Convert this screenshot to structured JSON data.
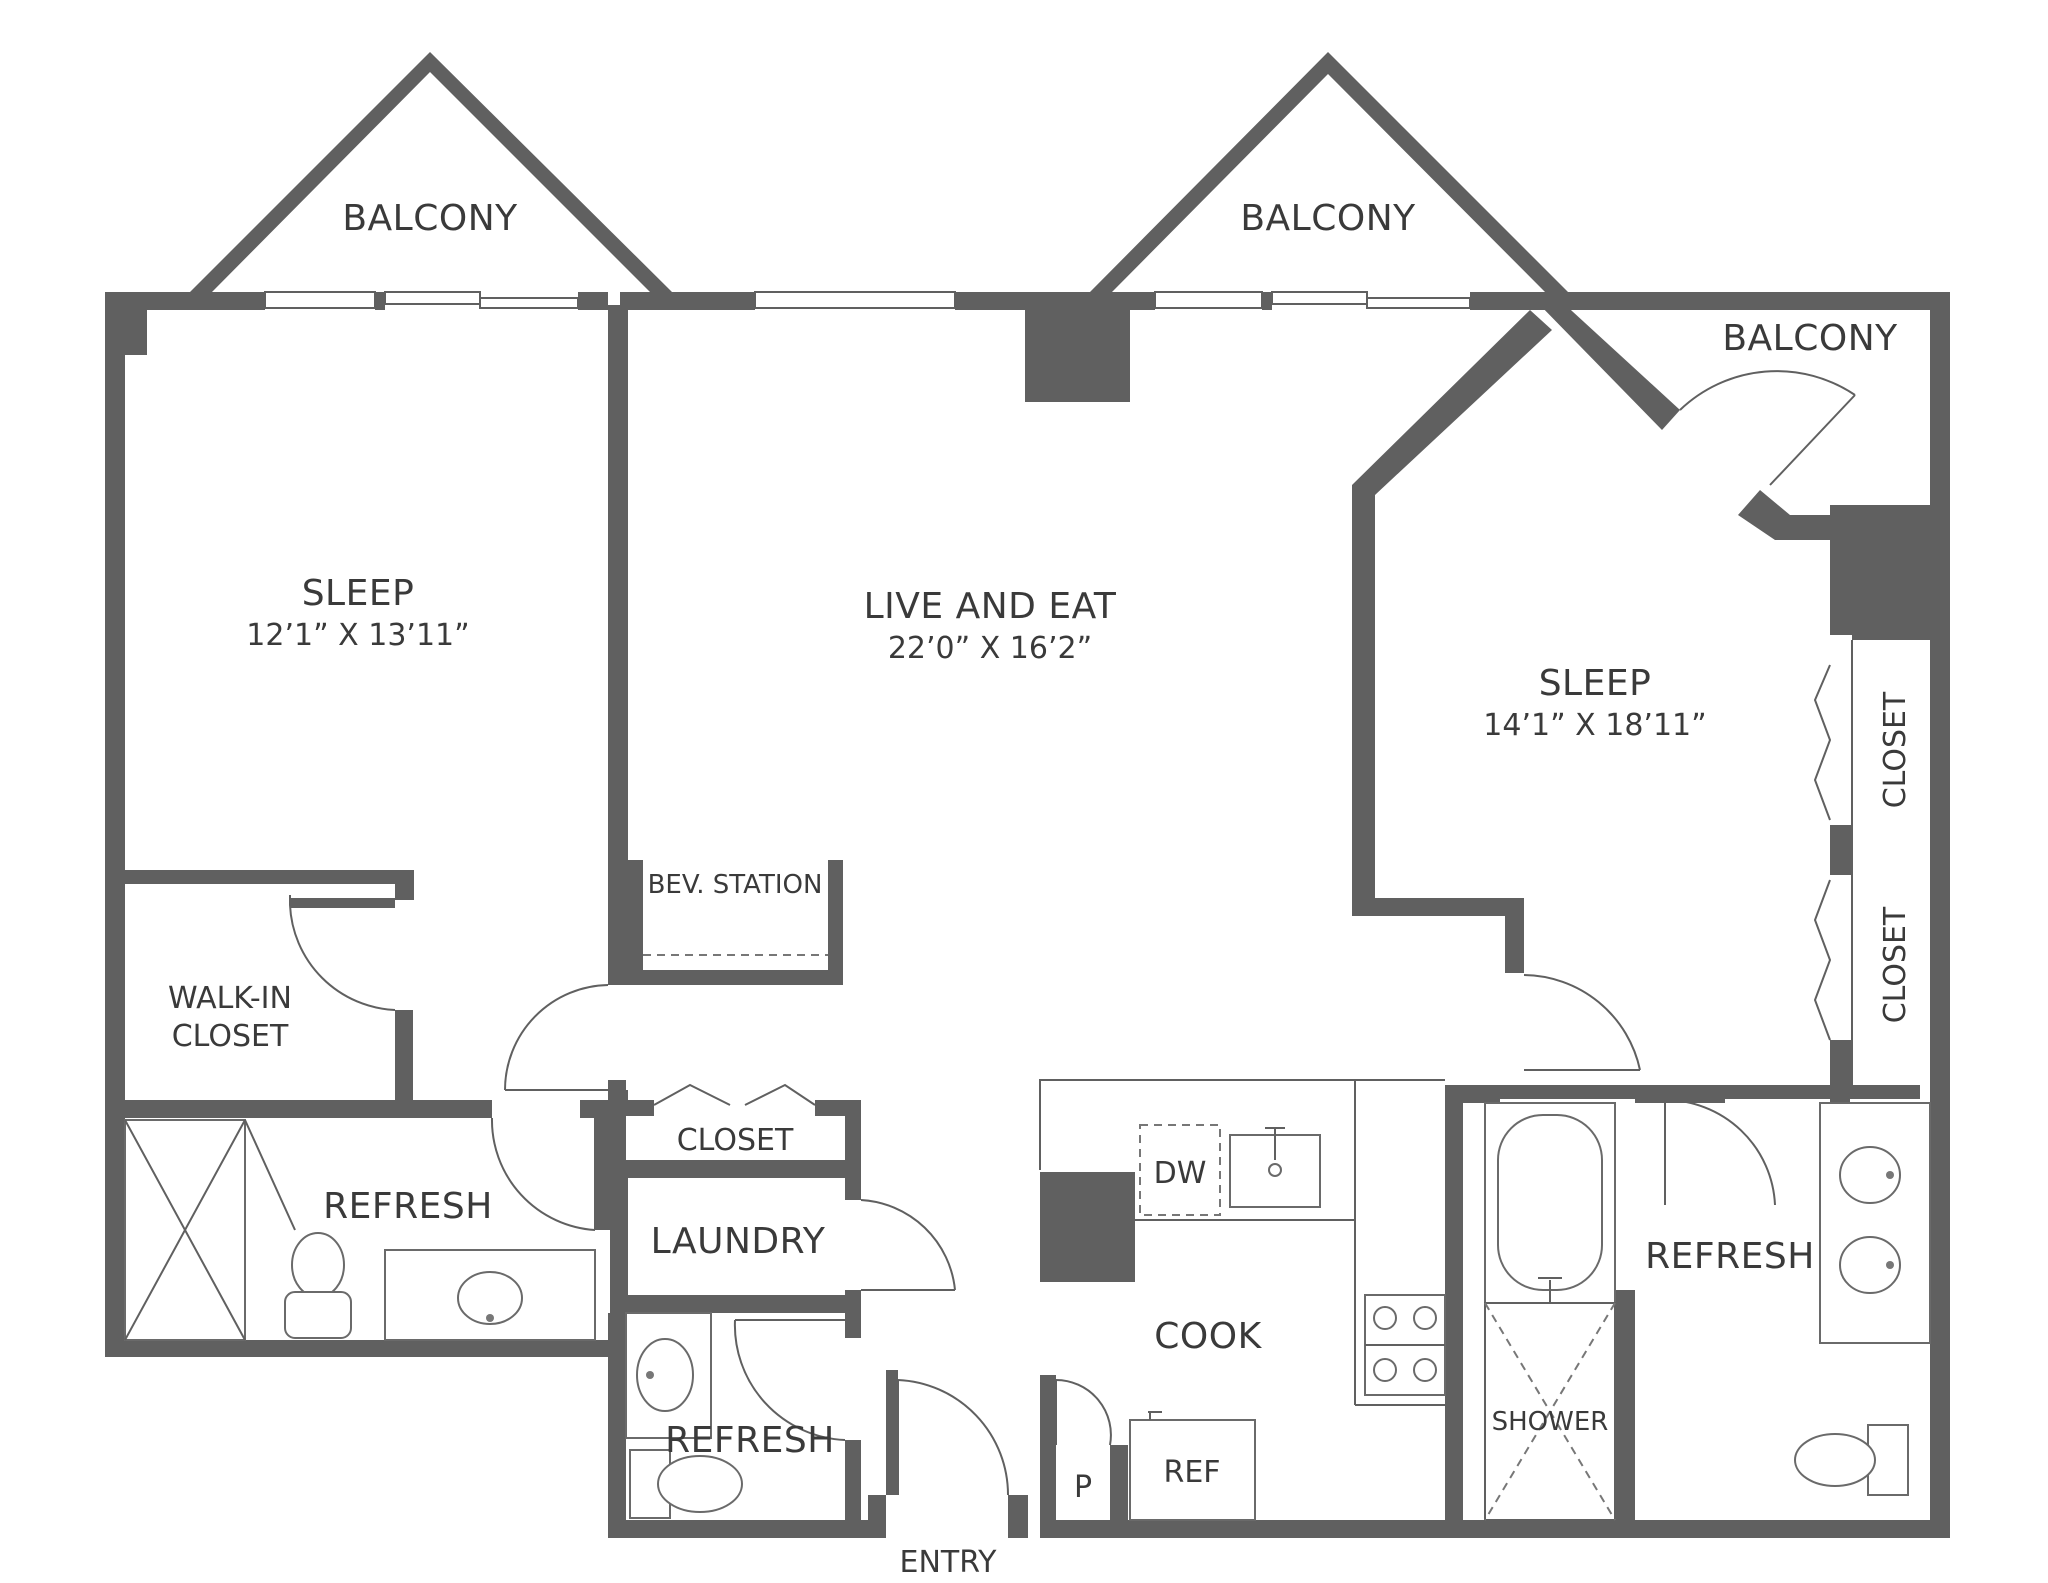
{
  "rooms": {
    "balcony_left": "BALCONY",
    "balcony_center": "BALCONY",
    "balcony_right": "BALCONY",
    "sleep_left": {
      "name": "SLEEP",
      "dims": "12’1” X 13’11”"
    },
    "live_eat": {
      "name": "LIVE AND EAT",
      "dims": "22’0” X 16’2”"
    },
    "sleep_right": {
      "name": "SLEEP",
      "dims": "14’1” X 18’11”"
    },
    "walk_in_line1": "WALK-IN",
    "walk_in_line2": "CLOSET",
    "bev_station": "BEV. STATION",
    "closet_hall": "CLOSET",
    "closet_right_top": "CLOSET",
    "closet_right_bottom": "CLOSET",
    "refresh_left": "REFRESH",
    "laundry": "LAUNDRY",
    "refresh_small": "REFRESH",
    "refresh_right": "REFRESH",
    "cook": "COOK",
    "dw": "DW",
    "ref": "REF",
    "pantry": "P",
    "shower": "SHOWER",
    "entry": "ENTRY"
  },
  "colors": {
    "wall": "#606060",
    "text": "#3a3a3a",
    "background": "#ffffff"
  }
}
